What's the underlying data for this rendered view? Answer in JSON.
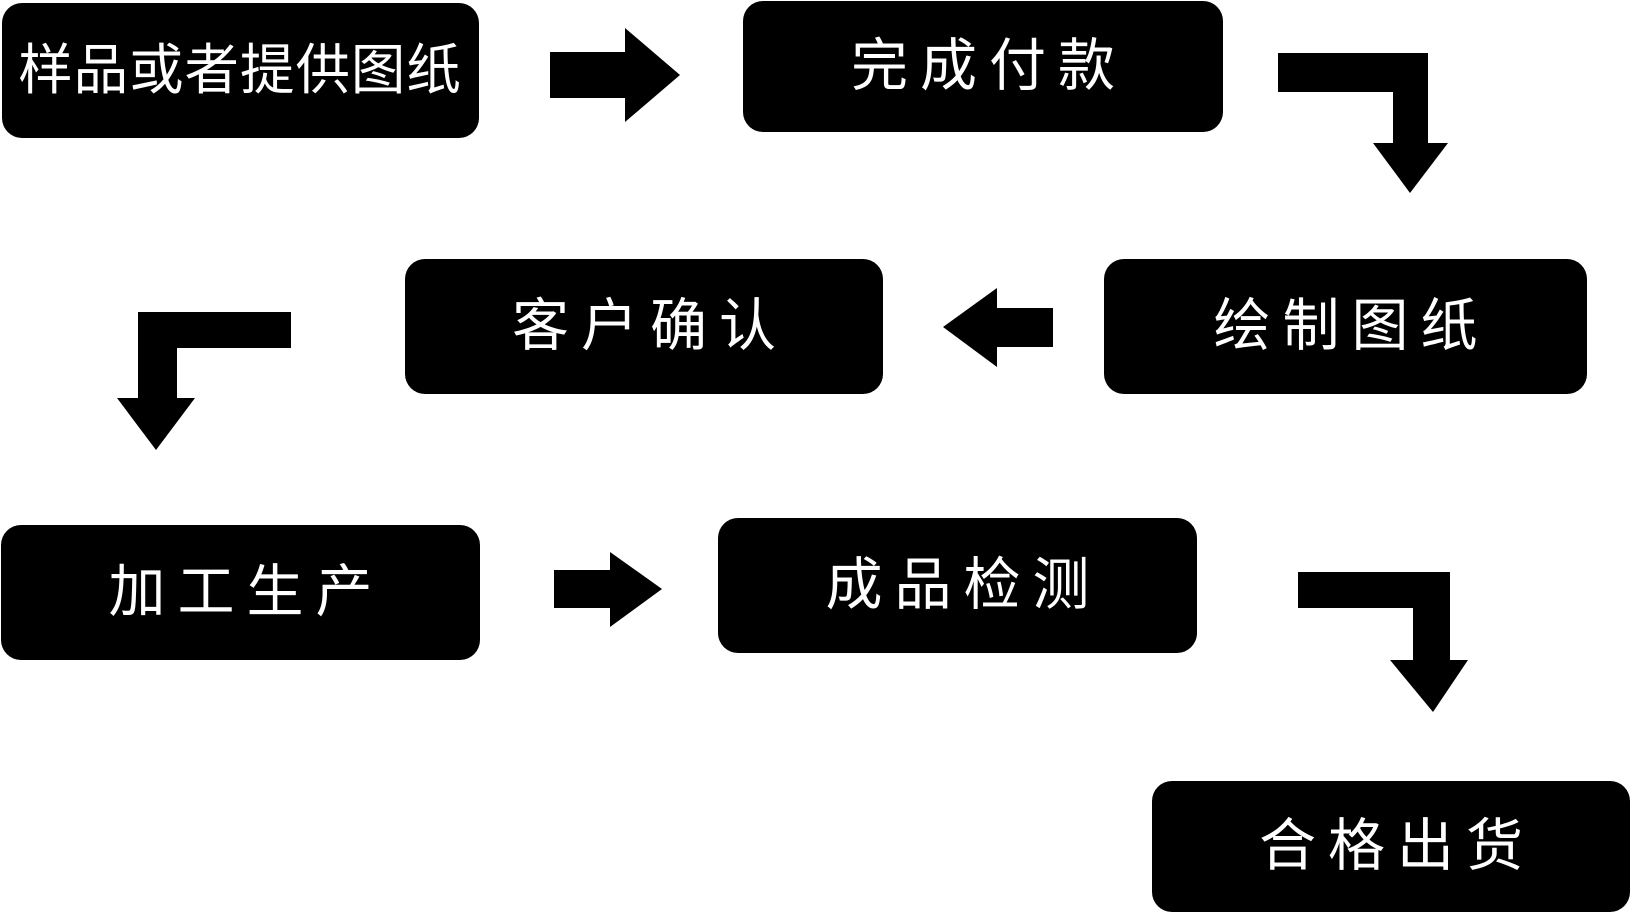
{
  "diagram": {
    "type": "flowchart",
    "background_color": "#ffffff",
    "node_fill_color": "#000000",
    "node_text_color": "#ffffff",
    "arrow_color": "#000000",
    "nodes": [
      {
        "id": "step-1",
        "label": "样品或者提供图纸"
      },
      {
        "id": "step-2",
        "label": "完成付款"
      },
      {
        "id": "step-3",
        "label": "绘制图纸"
      },
      {
        "id": "step-4",
        "label": "客户确认"
      },
      {
        "id": "step-5",
        "label": "加工生产"
      },
      {
        "id": "step-6",
        "label": "成品检测"
      },
      {
        "id": "step-7",
        "label": "合格出货"
      }
    ],
    "connections": [
      {
        "from": "样品或者提供图纸",
        "to": "完成付款",
        "icon": "arrow-right-icon"
      },
      {
        "from": "完成付款",
        "to": "绘制图纸",
        "icon": "arrow-elbow-down-right-icon"
      },
      {
        "from": "绘制图纸",
        "to": "客户确认",
        "icon": "arrow-left-icon"
      },
      {
        "from": "客户确认",
        "to": "加工生产",
        "icon": "arrow-elbow-down-left-icon"
      },
      {
        "from": "加工生产",
        "to": "成品检测",
        "icon": "arrow-right-icon"
      },
      {
        "from": "成品检测",
        "to": "合格出货",
        "icon": "arrow-elbow-down-right-icon"
      }
    ]
  }
}
